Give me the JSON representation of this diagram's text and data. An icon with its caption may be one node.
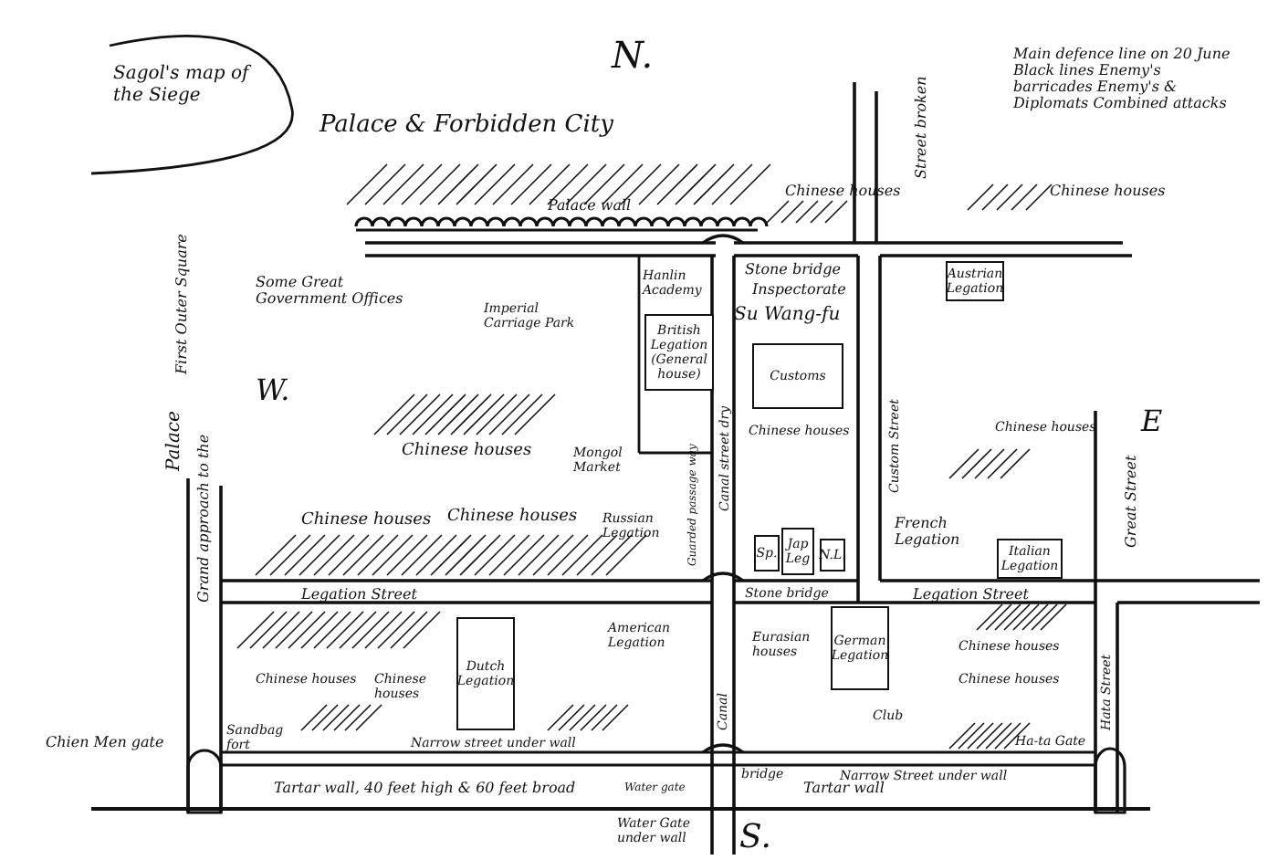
{
  "diagram": {
    "title": "Sagol's map of the Siege",
    "nodes": [
      {
        "text": [
          "Austrian Legation"
        ]
      },
      {
        "text": [
          "Customs"
        ]
      },
      {
        "text": [
          "British Legation",
          "(General house)"
        ]
      },
      {
        "text": [
          "Sp."
        ]
      },
      {
        "text": [
          "Jap Leg"
        ]
      },
      {
        "text": [
          "N.L."
        ]
      },
      {
        "text": [
          "Italian Legation"
        ]
      },
      {
        "text": [
          "Dutch Legation"
        ]
      },
      {
        "text": [
          "German Legation"
        ]
      }
    ],
    "edges": [],
    "labels": [
      "N.",
      "Main defence line on 20 June Black lines Enemy's barricades Enemy's & Diplomats Combined attacks",
      "Palace & Forbidden City",
      "Street broken",
      "Chinese houses",
      "Chinese houses",
      "Palace wall",
      "Stone bridge",
      "Hanlin Academy",
      "Inspectorate",
      "Su Wang-fu",
      "Some Great Government Offices",
      "First Outer Square",
      "Imperial Carriage Park",
      "W.",
      "Chinese houses",
      "Palace",
      "Custom Street",
      "Chinese houses",
      "Chinese houses",
      "E",
      "Mongol Market",
      "Guarded passage way",
      "Canal street dry",
      "Russian Legation",
      "Chinese houses",
      "Chinese houses",
      "French Legation",
      "Grand approach to the",
      "Legation Street",
      "Stone bridge",
      "Legation Street",
      "Great Street",
      "Chinese houses",
      "Chinese houses",
      "American Legation",
      "Eurasian houses",
      "Chinese houses",
      "Chinese houses",
      "Club",
      "Hata Street",
      "Canal",
      "Chien Men gate",
      "Sandbag fort",
      "Narrow street under wall",
      "bridge",
      "Narrow Street under wall",
      "Ha-ta Gate",
      "Tartar wall, 40 feet high & 60 feet broad",
      "Water gate",
      "Tartar wall",
      "Water Gate under wall",
      "S."
    ]
  }
}
